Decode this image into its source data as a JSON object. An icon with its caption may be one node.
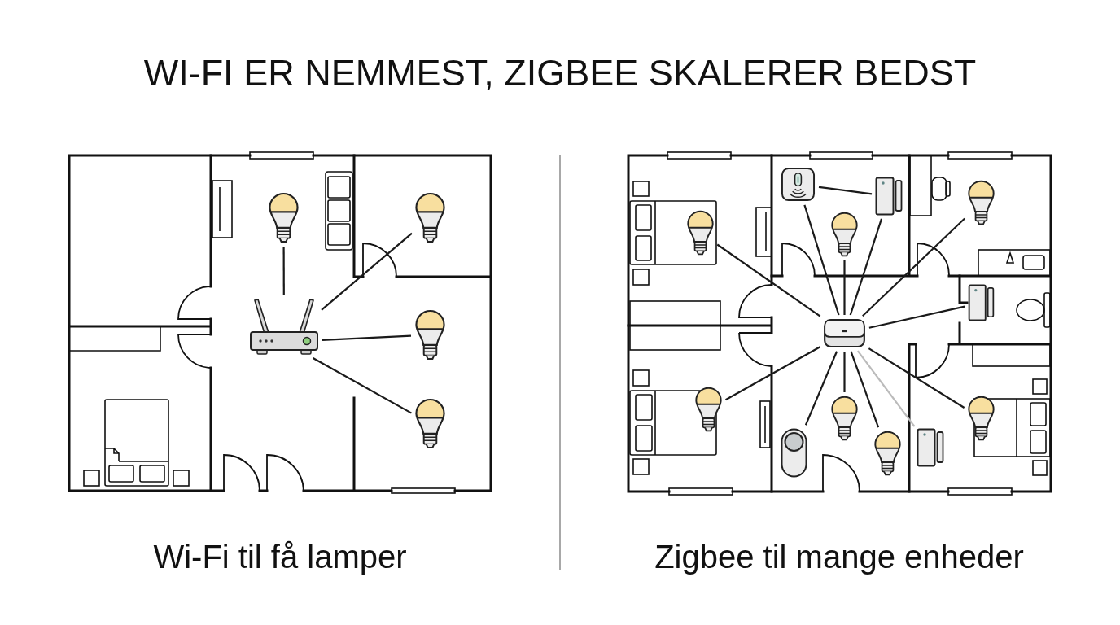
{
  "diagram": {
    "title": "WI-FI ER NEMMEST, ZIGBEE SKALERER BEDST",
    "nodes": [
      {
        "text": [],
        "shape": "picture"
      },
      {
        "text": [],
        "shape": "picture"
      },
      {
        "text": [],
        "shape": "picture"
      },
      {
        "text": [],
        "shape": "picture"
      },
      {
        "text": [],
        "shape": "picture"
      },
      {
        "text": [],
        "shape": "picture"
      },
      {
        "text": [],
        "shape": "picture"
      },
      {
        "text": [],
        "shape": "picture"
      },
      {
        "text": [],
        "shape": "picture"
      },
      {
        "text": [],
        "shape": "picture"
      },
      {
        "text": [],
        "shape": "picture"
      },
      {
        "text": [],
        "shape": "picture"
      },
      {
        "text": [],
        "shape": "picture"
      },
      {
        "text": [],
        "shape": "picture"
      },
      {
        "text": [],
        "shape": "picture"
      },
      {
        "text": [],
        "shape": "picture"
      },
      {
        "text": [],
        "shape": "picture"
      },
      {
        "text": [],
        "shape": "picture"
      }
    ],
    "edges": [
      {
        "from": 0,
        "to": 1,
        "arrow": "none"
      },
      {
        "from": 0,
        "to": 2,
        "arrow": "none"
      },
      {
        "from": 0,
        "to": 3,
        "arrow": "none"
      },
      {
        "from": 0,
        "to": 4,
        "arrow": "none"
      },
      {
        "from": 5,
        "to": 6,
        "arrow": "none"
      },
      {
        "from": 5,
        "to": 7,
        "arrow": "none"
      },
      {
        "from": 5,
        "to": 8,
        "arrow": "none"
      },
      {
        "from": 5,
        "to": 9,
        "arrow": "none"
      },
      {
        "from": 5,
        "to": 10,
        "arrow": "none"
      },
      {
        "from": 5,
        "to": 11,
        "arrow": "none"
      },
      {
        "from": 5,
        "to": 12,
        "arrow": "none"
      },
      {
        "from": 5,
        "to": 13,
        "arrow": "none"
      },
      {
        "from": 5,
        "to": 14,
        "arrow": "none"
      },
      {
        "from": 5,
        "to": 15,
        "arrow": "none"
      },
      {
        "from": 5,
        "to": 16,
        "arrow": "none",
        "color": "#bbbbbb"
      },
      {
        "from": 5,
        "to": 17,
        "arrow": "none"
      },
      {
        "from": 6,
        "to": 7,
        "arrow": "none"
      }
    ],
    "labels": [
      "Wi-Fi til få lamper",
      "Zigbee til mange enheder"
    ]
  }
}
